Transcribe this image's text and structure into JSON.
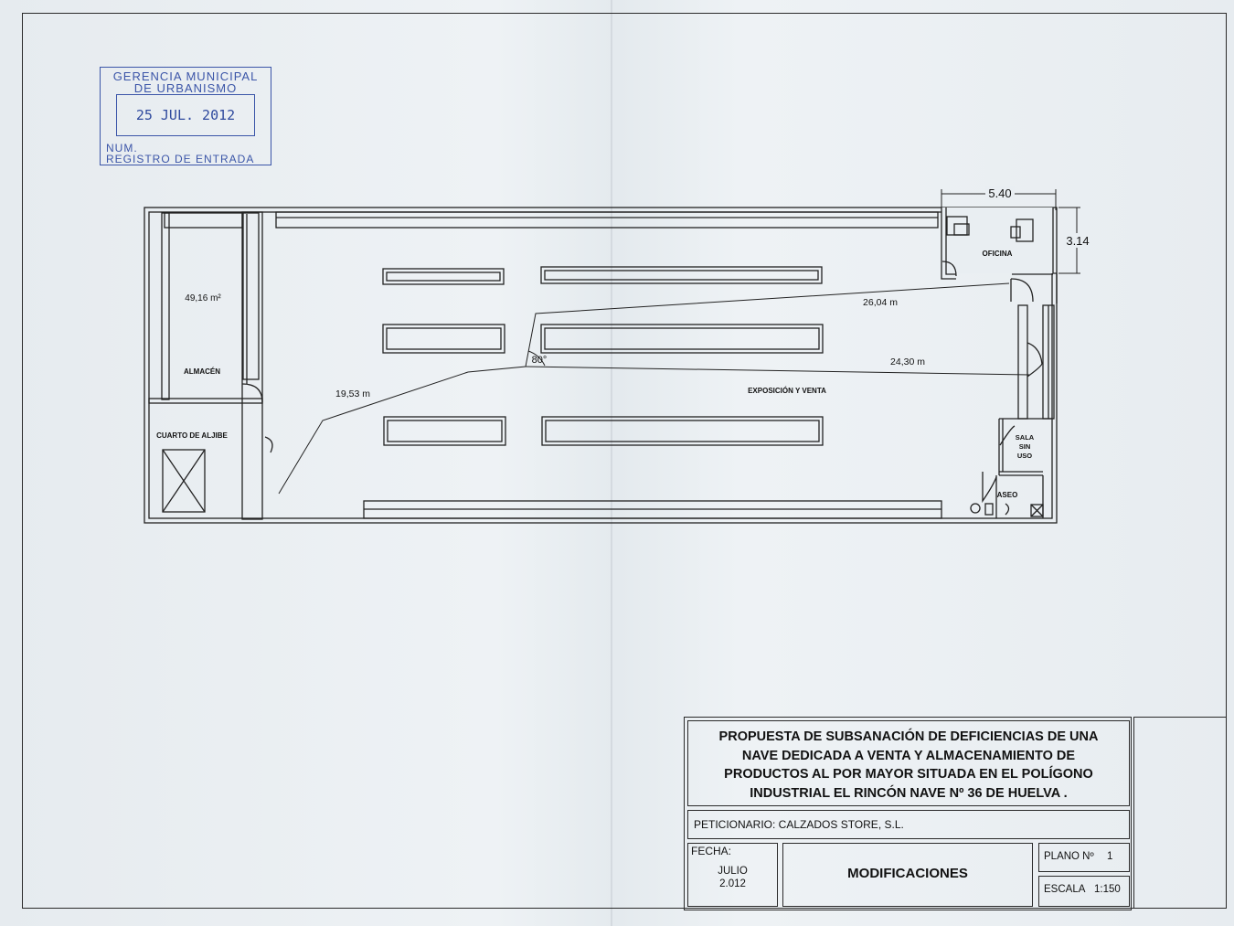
{
  "stamp": {
    "line1": "GERENCIA MUNICIPAL",
    "line2": "DE URBANISMO",
    "date": "25 JUL. 2012",
    "num": "NUM.",
    "registro": "REGISTRO DE ENTRADA"
  },
  "plan": {
    "dim_width": "5.40",
    "dim_height": "3.14",
    "oficina": "OFICINA",
    "area": "49,16 m²",
    "almacen": "ALMACÉN",
    "cuarto": "CUARTO DE ALJIBE",
    "exposicion": "EXPOSICIÓN Y VENTA",
    "sala_1": "SALA",
    "sala_2": "SIN",
    "sala_3": "USO",
    "aseo": "ASEO",
    "dist_1": "26,04 m",
    "dist_2": "24,30 m",
    "dist_3": "19,53 m",
    "angle": "80°"
  },
  "title_block": {
    "title_1": "PROPUESTA DE SUBSANACIÓN DE DEFICIENCIAS DE UNA",
    "title_2": "NAVE DEDICADA A VENTA Y ALMACENAMIENTO DE",
    "title_3": "PRODUCTOS AL POR MAYOR SITUADA EN EL POLÍGONO",
    "title_4": "INDUSTRIAL EL RINCÓN NAVE Nº 36 DE HUELVA .",
    "peticionario": "PETICIONARIO: CALZADOS STORE, S.L.",
    "fecha_label": "FECHA:",
    "fecha_mes": "JULIO",
    "fecha_anio": "2.012",
    "modificaciones": "MODIFICACIONES",
    "plano_label": "PLANO Nº",
    "plano_num": "1",
    "escala_label": "ESCALA",
    "escala_val": "1:150"
  }
}
